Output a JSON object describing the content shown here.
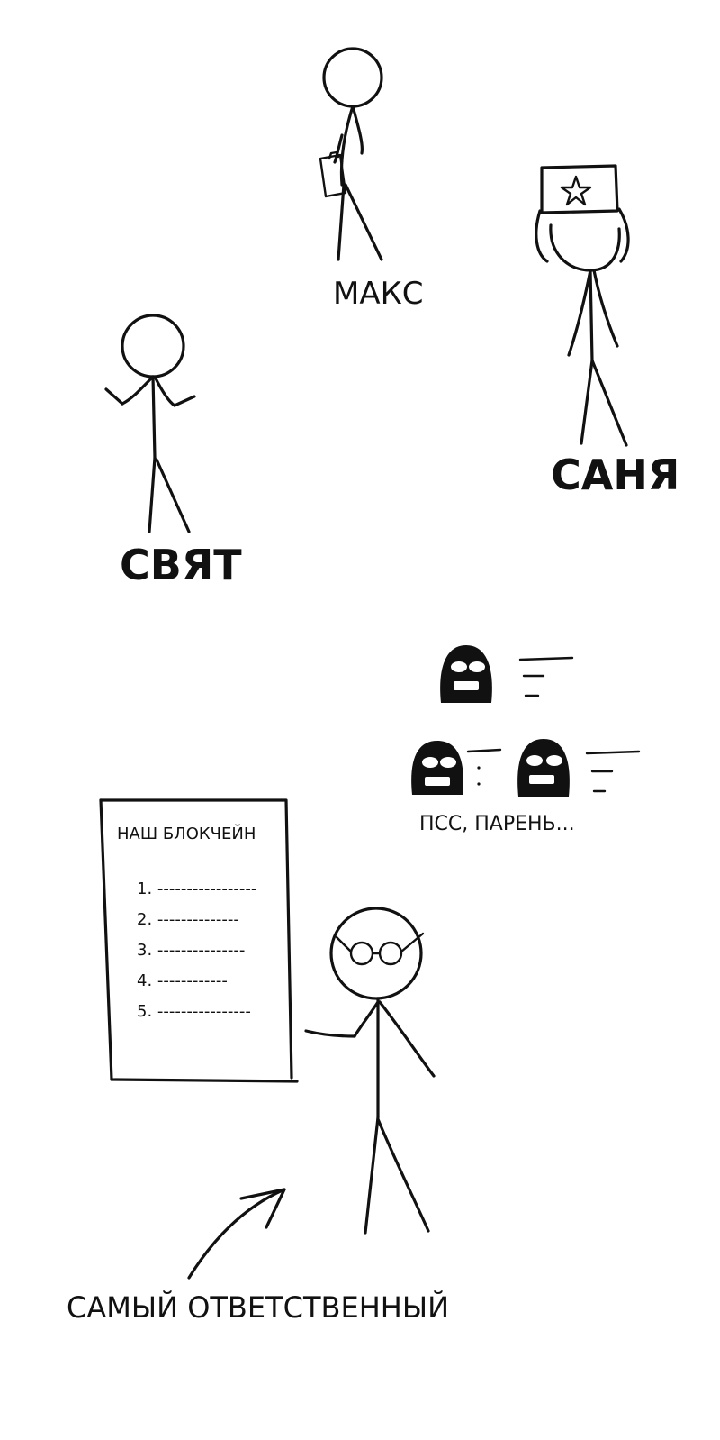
{
  "characters": {
    "maks": "МАКС",
    "sanya": "САНЯ",
    "svyat": "СВЯТ"
  },
  "hackers_speech": "ПСС, ПАРЕНЬ...",
  "document": {
    "title": "НАШ БЛОКЧЕЙН",
    "lines": [
      "1. -----------------",
      "2. --------------",
      "3. ---------------",
      "4. ------------",
      "5. ----------------"
    ]
  },
  "caption": "САМЫЙ ОТВЕТСТВЕННЫЙ"
}
